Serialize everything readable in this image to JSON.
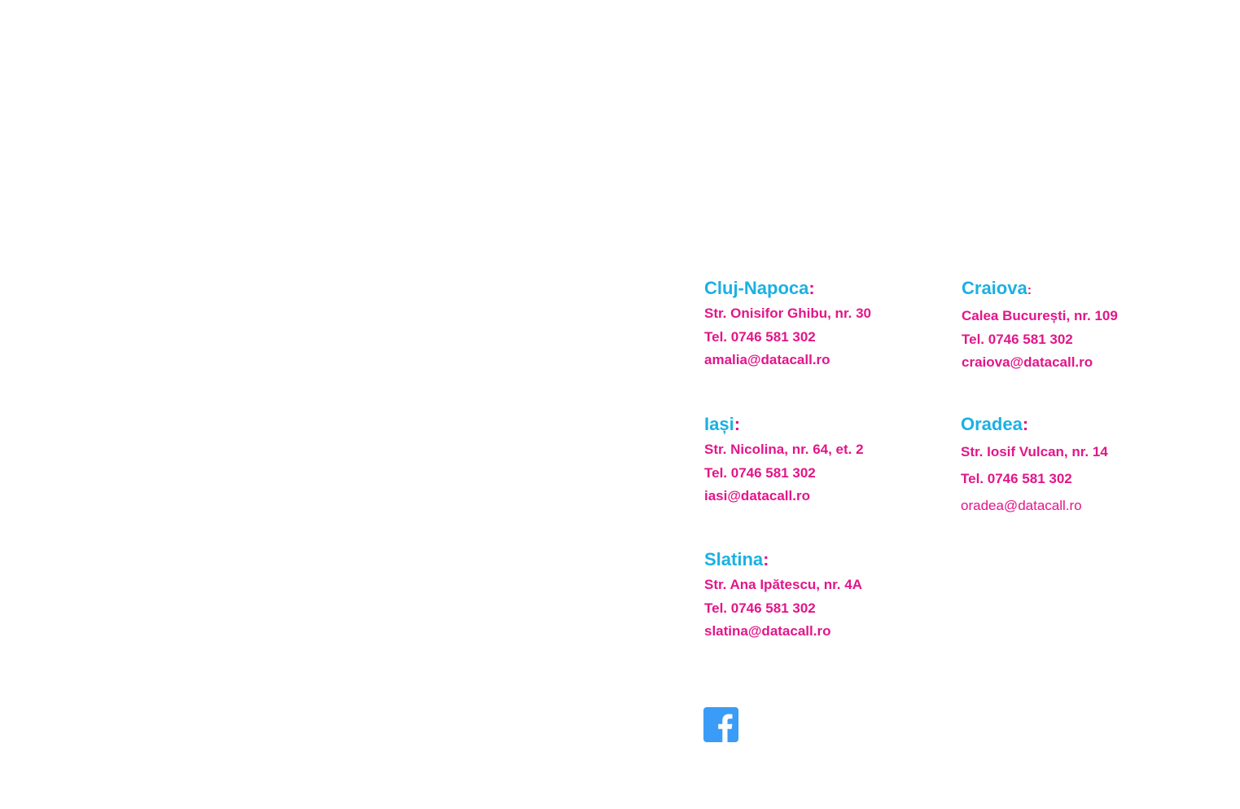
{
  "offices": {
    "cluj": {
      "city": "Cluj-Napoca",
      "colon": ":",
      "address": "Str. Onisifor Ghibu, nr. 30",
      "phone": "Tel. 0746 581 302",
      "email": "amalia@datacall.ro"
    },
    "craiova": {
      "city": "Craiova",
      "colon": ":",
      "address": "Calea București, nr. 109",
      "phone": "Tel. 0746 581 302",
      "email": "craiova@datacall.ro"
    },
    "iasi": {
      "city": "Iași",
      "colon": ":",
      "address": "Str. Nicolina, nr. 64, et. 2",
      "phone": "Tel. 0746 581 302",
      "email": "iasi@datacall.ro"
    },
    "oradea": {
      "city": "Oradea",
      "colon": ":",
      "address": "Str. Iosif Vulcan, nr. 14",
      "phone": "Tel. 0746 581 302",
      "email": "oradea@datacall.ro"
    },
    "slatina": {
      "city": "Slatina",
      "colon": ":",
      "address": "Str. Ana Ipătescu, nr. 4A",
      "phone": "Tel. 0746 581 302",
      "email": "slatina@datacall.ro"
    }
  },
  "social": {
    "facebook_icon": "facebook-icon"
  },
  "colors": {
    "city": "#1bb0e3",
    "text": "#e2168a",
    "facebook": "#3b9cf7"
  }
}
